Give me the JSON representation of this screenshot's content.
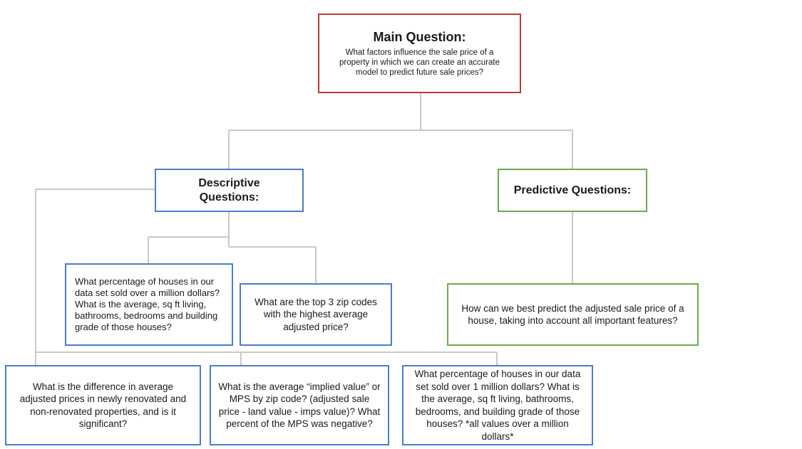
{
  "main": {
    "title": "Main Question:",
    "text": "What factors influence the sale price of a property in which we can create an accurate model to predict future sale prices?"
  },
  "descriptive": {
    "title": "Descriptive Questions:"
  },
  "predictive": {
    "title": "Predictive Questions:",
    "question": "How can we best predict the adjusted sale price of a house, taking into account all important features?"
  },
  "descriptive_questions": {
    "q1": "What percentage of houses in our data set sold over a million dollars? What is the average, sq ft living, bathrooms, bedrooms and building grade of those houses?",
    "q2": "What are the top 3 zip codes with the highest average adjusted price?",
    "q3": "What is the difference in average adjusted prices in newly renovated and non-renovated properties, and is it significant?",
    "q4": "What is the average “implied value” or MPS by zip code? (adjusted sale price - land value - imps value)? What percent of the MPS was negative?",
    "q5": "What percentage of houses in our data set sold over 1 million dollars? What is the average, sq ft living, bathrooms, bedrooms, and building grade of those houses? *all values over a million dollars*"
  },
  "colors": {
    "main_border": "#b93a32",
    "descriptive_border": "#4a7cc9",
    "predictive_border": "#6aaa4f",
    "connector": "#c8c8c8"
  }
}
